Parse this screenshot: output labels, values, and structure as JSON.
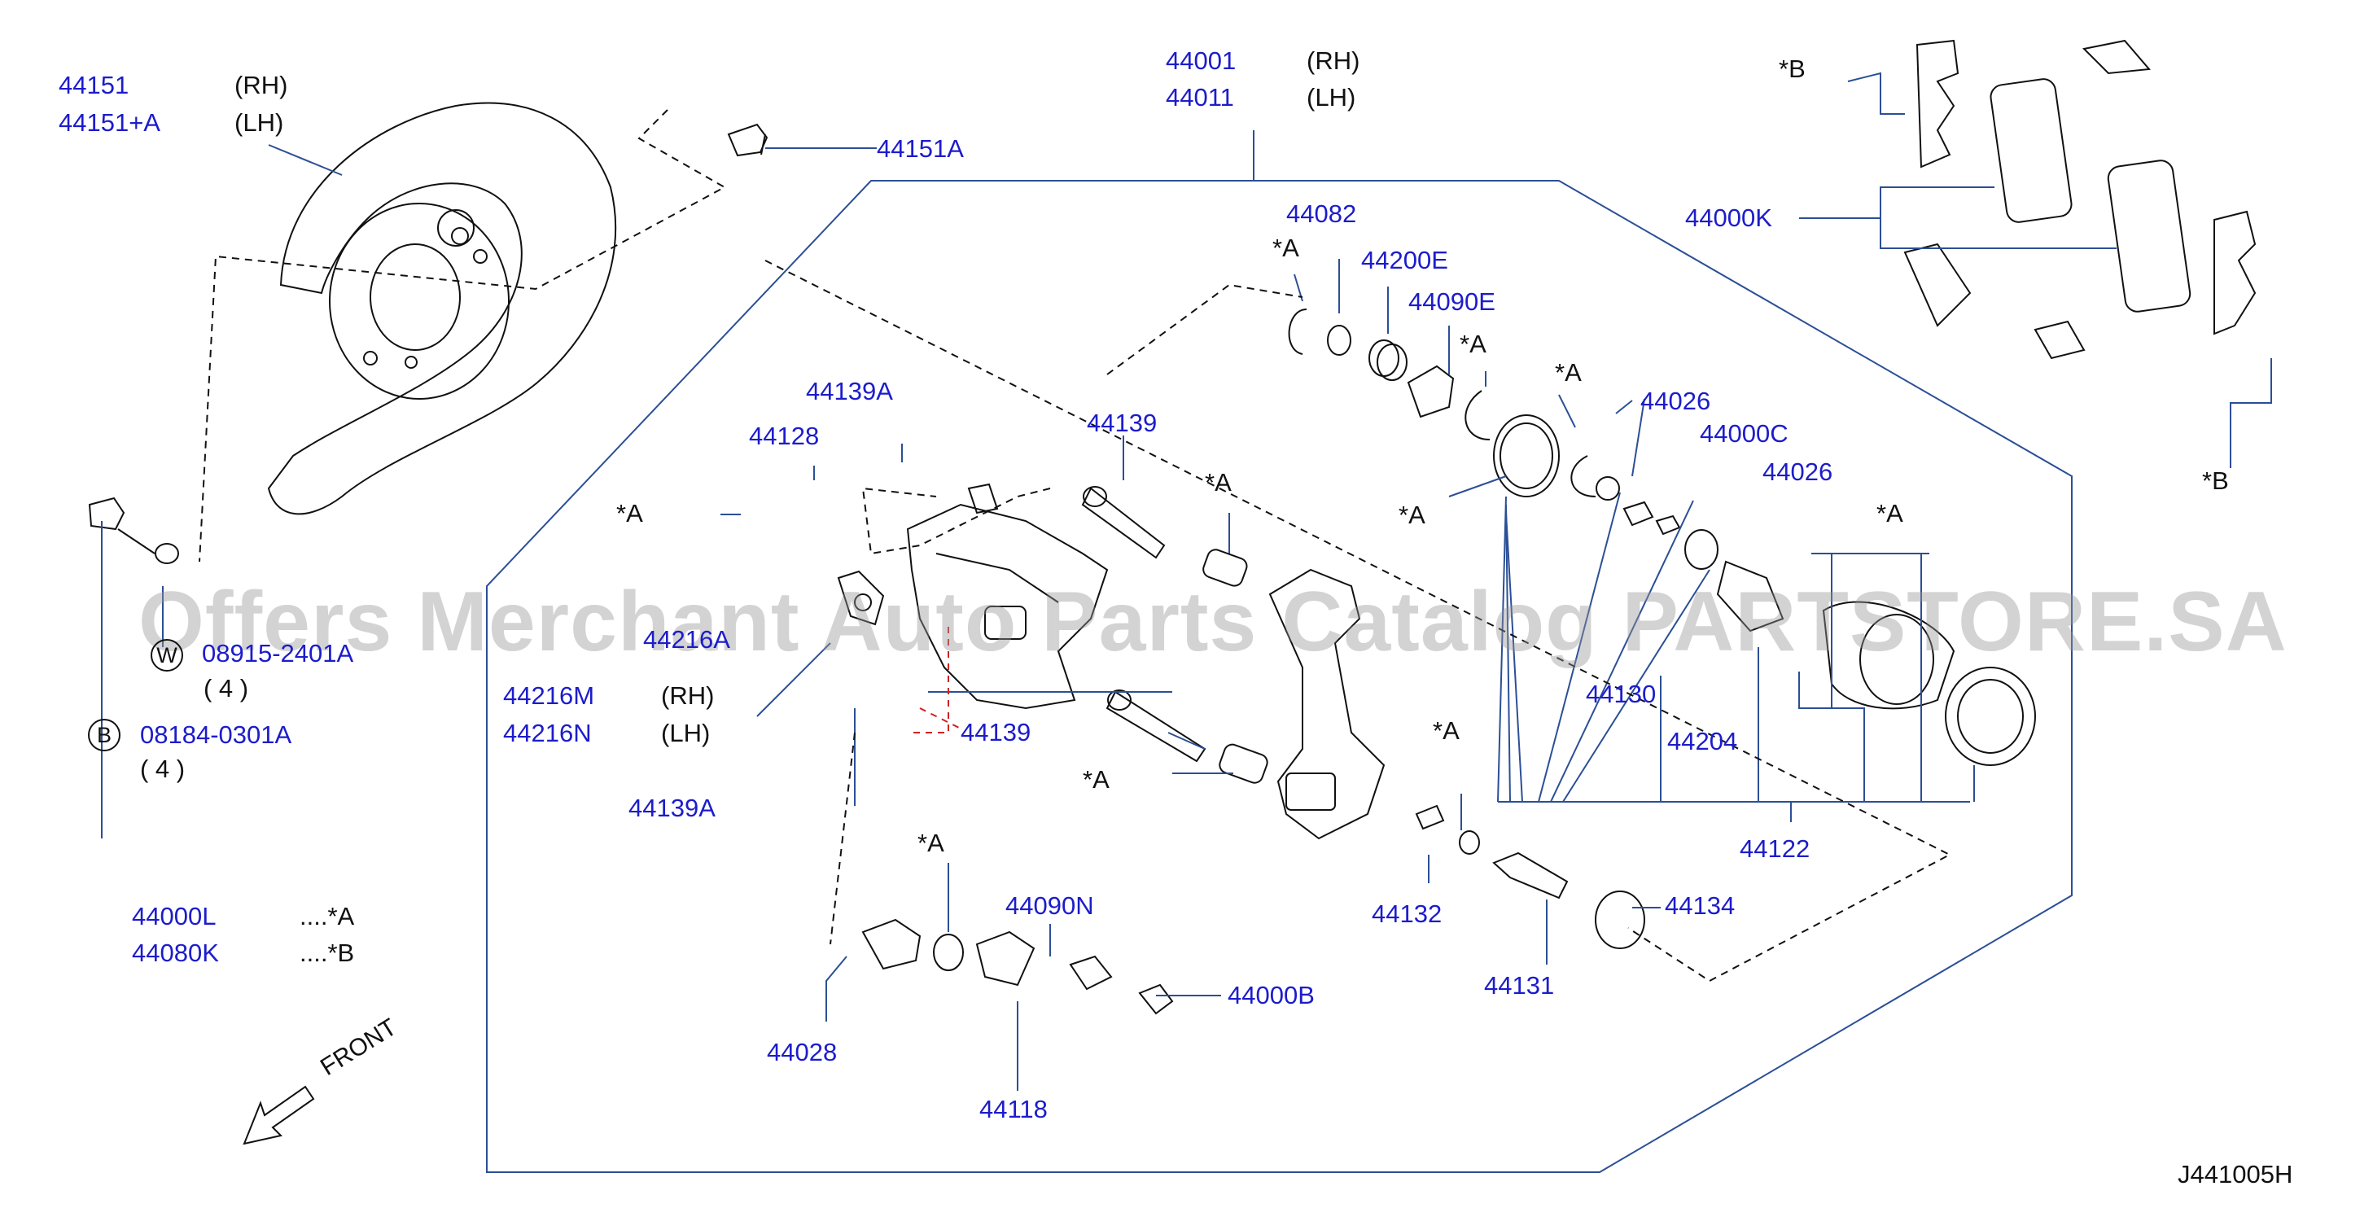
{
  "watermark": "Offers Merchant Auto Parts Catalog PARTSTORE.SA",
  "diagram_code": "J441005H",
  "front_label": "FRONT",
  "legend": {
    "a_code": "44000L",
    "a_text": "....*A",
    "b_code": "44080K",
    "b_text": "....*B"
  },
  "fasteners": {
    "w_symbol": "W",
    "w_code": "08915-2401A",
    "w_qty": "( 4 )",
    "b_symbol": "B",
    "b_code": "08184-0301A",
    "b_qty": "( 4 )"
  },
  "plate": {
    "rh_code": "44151",
    "rh": "(RH)",
    "lh_code": "44151+A",
    "lh": "(LH)"
  },
  "caliper_assy": {
    "rh_code": "44001",
    "rh": "(RH)",
    "lh_code": "44011",
    "lh": "(LH)"
  },
  "support": {
    "rh_code": "44216M",
    "rh": "(RH)",
    "lh_code": "44216N",
    "lh": "(LH)"
  },
  "labels": {
    "p44151A": "44151A",
    "p44082": "44082",
    "p44200E": "44200E",
    "p44090E": "44090E",
    "p44026a": "44026",
    "p44000C": "44000C",
    "p44026b": "44026",
    "p44000K": "44000K",
    "p44139A_top": "44139A",
    "p44128": "44128",
    "p44139_top": "44139",
    "p44216A": "44216A",
    "p44139_mid": "44139",
    "p44139A_bot": "44139A",
    "p44130": "44130",
    "p44204": "44204",
    "p44122": "44122",
    "p44132": "44132",
    "p44131": "44131",
    "p44134": "44134",
    "p44090N": "44090N",
    "p44000B": "44000B",
    "p44028": "44028",
    "p44118": "44118"
  },
  "markers": {
    "a": "*A",
    "b": "*B"
  }
}
